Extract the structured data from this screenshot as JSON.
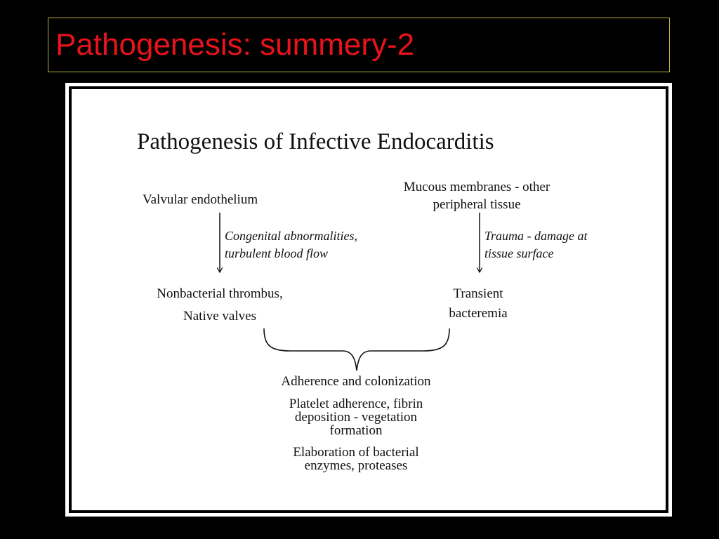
{
  "slide": {
    "title": "Pathogenesis: summery-2",
    "title_color": "#e8131b",
    "title_border_color": "#b9b13a",
    "background": "#000000"
  },
  "figure": {
    "title": "Pathogenesis of Infective Endocarditis",
    "left_source": "Valvular endothelium",
    "left_process": [
      "Congenital abnormalities,",
      "turbulent blood flow"
    ],
    "left_result": [
      "Nonbacterial thrombus,",
      "Native valves"
    ],
    "right_source": [
      "Mucous membranes - other",
      "peripheral tissue"
    ],
    "right_process": [
      "Trauma - damage at",
      "tissue surface"
    ],
    "right_result": [
      "Transient",
      "bacteremia"
    ],
    "outcome_heading": "Adherence and colonization",
    "outcome_1": [
      "Platelet adherence, fibrin",
      "deposition - vegetation",
      "formation"
    ],
    "outcome_2": [
      "Elaboration of bacterial",
      "enzymes, proteases"
    ]
  }
}
